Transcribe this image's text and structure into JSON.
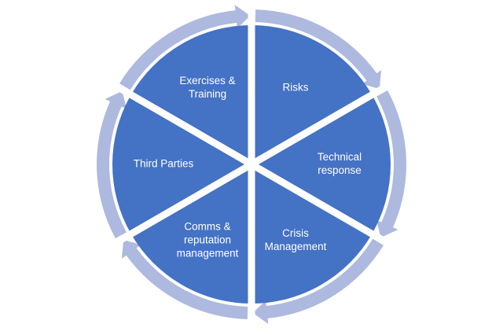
{
  "diagram": {
    "segments": [
      {
        "id": "risks",
        "lines": [
          "Risks"
        ]
      },
      {
        "id": "technical-response",
        "lines": [
          "Technical",
          "response"
        ]
      },
      {
        "id": "crisis-management",
        "lines": [
          "Crisis",
          "Management"
        ]
      },
      {
        "id": "comms-reputation-management",
        "lines": [
          "Comms &",
          "reputation",
          "management"
        ]
      },
      {
        "id": "third-parties",
        "lines": [
          "Third Parties"
        ]
      },
      {
        "id": "exercises-training",
        "lines": [
          "Exercises &",
          "Training"
        ]
      }
    ],
    "colors": {
      "segment_fill": "#4472c4",
      "ring_fill": "#adb9de",
      "divider": "#ffffff",
      "text": "#ffffff"
    }
  }
}
